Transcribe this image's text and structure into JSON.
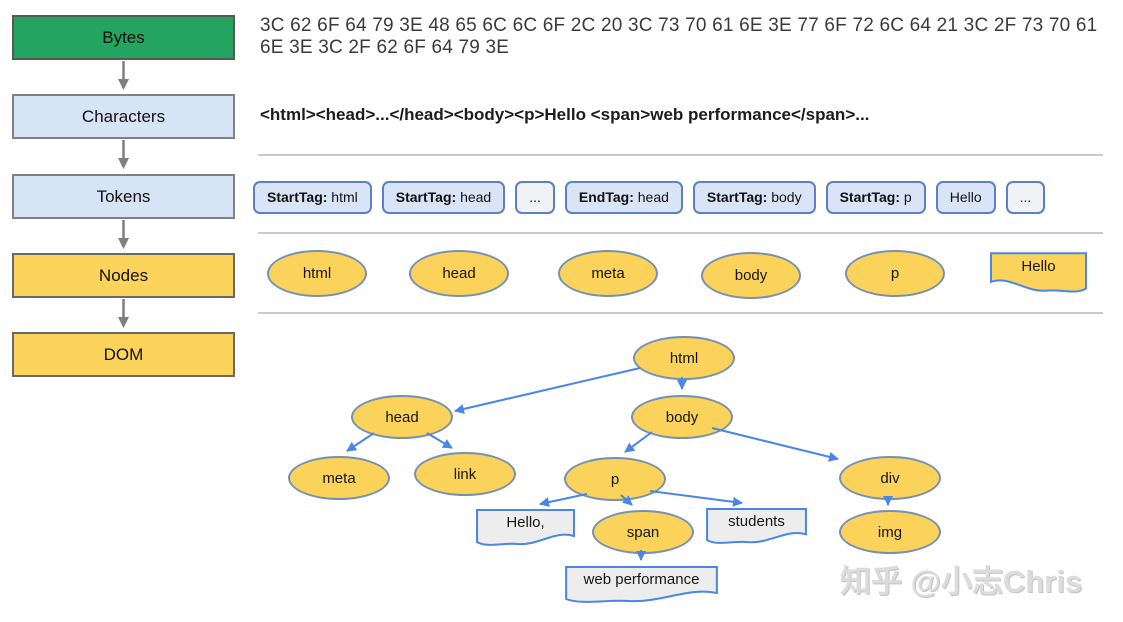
{
  "pipeline": {
    "items": [
      {
        "label": "Bytes",
        "color": "#23a45f"
      },
      {
        "label": "Characters",
        "color": "#d7e4f5"
      },
      {
        "label": "Tokens",
        "color": "#d7e4f5"
      },
      {
        "label": "Nodes",
        "color": "#fcd35b"
      },
      {
        "label": "DOM",
        "color": "#fcd35b"
      }
    ]
  },
  "bytes": {
    "line1": "3C 62 6F 64 79 3E 48 65 6C 6C 6F 2C 20 3C 73 70 61 6E 3E 77 6F 72 6C 64 21 3C 2F 73 70 61",
    "line2": "6E 3E 3C 2F 62 6F 64 79 3E"
  },
  "characters": {
    "text": "<html><head>...</head><body><p>Hello <span>web performance</span>..."
  },
  "tokens": {
    "items": [
      {
        "bold": "StartTag:",
        "text": " html"
      },
      {
        "bold": "StartTag:",
        "text": " head"
      },
      {
        "text": "..."
      },
      {
        "bold": "EndTag:",
        "text": " head"
      },
      {
        "bold": "StartTag:",
        "text": " body"
      },
      {
        "bold": "StartTag:",
        "text": " p"
      },
      {
        "text": "Hello"
      },
      {
        "text": "..."
      }
    ]
  },
  "nodes_row": {
    "items": [
      {
        "label": "html",
        "shape": "ellipse"
      },
      {
        "label": "head",
        "shape": "ellipse"
      },
      {
        "label": "meta",
        "shape": "ellipse"
      },
      {
        "label": "body",
        "shape": "ellipse"
      },
      {
        "label": "p",
        "shape": "ellipse"
      },
      {
        "label": "Hello",
        "shape": "document"
      }
    ]
  },
  "dom_tree": {
    "nodes": {
      "html": {
        "label": "html",
        "shape": "ellipse"
      },
      "head": {
        "label": "head",
        "shape": "ellipse"
      },
      "body": {
        "label": "body",
        "shape": "ellipse"
      },
      "meta": {
        "label": "meta",
        "shape": "ellipse"
      },
      "link": {
        "label": "link",
        "shape": "ellipse"
      },
      "p": {
        "label": "p",
        "shape": "ellipse"
      },
      "div": {
        "label": "div",
        "shape": "ellipse"
      },
      "span": {
        "label": "span",
        "shape": "ellipse"
      },
      "img": {
        "label": "img",
        "shape": "ellipse"
      },
      "hello_text": {
        "label": "Hello,",
        "shape": "document"
      },
      "students_text": {
        "label": "students",
        "shape": "document"
      },
      "webperf_text": {
        "label": "web performance",
        "shape": "document"
      }
    },
    "edges": [
      [
        "html",
        "head"
      ],
      [
        "html",
        "body"
      ],
      [
        "head",
        "meta"
      ],
      [
        "head",
        "link"
      ],
      [
        "body",
        "p"
      ],
      [
        "body",
        "div"
      ],
      [
        "p",
        "hello_text"
      ],
      [
        "p",
        "span"
      ],
      [
        "p",
        "students_text"
      ],
      [
        "span",
        "webperf_text"
      ],
      [
        "div",
        "img"
      ]
    ]
  },
  "watermark": {
    "text": "知乎 @小志Chris"
  },
  "colors": {
    "stage_green": "#23a45f",
    "stage_blue": "#d7e4f5",
    "stage_yellow": "#fcd35b",
    "token_border": "#5b80c6",
    "token_fill": "#d9e5f6",
    "token_alt_fill": "#f0f2f5",
    "ellipse_fill": "#fbd35b",
    "ellipse_border": "#7590b2",
    "doc_gray_fill": "#ededee",
    "tree_arrow_blue": "#4a86e8",
    "flow_arrow_gray": "#808080",
    "divider_gray": "#cbcbcb"
  }
}
